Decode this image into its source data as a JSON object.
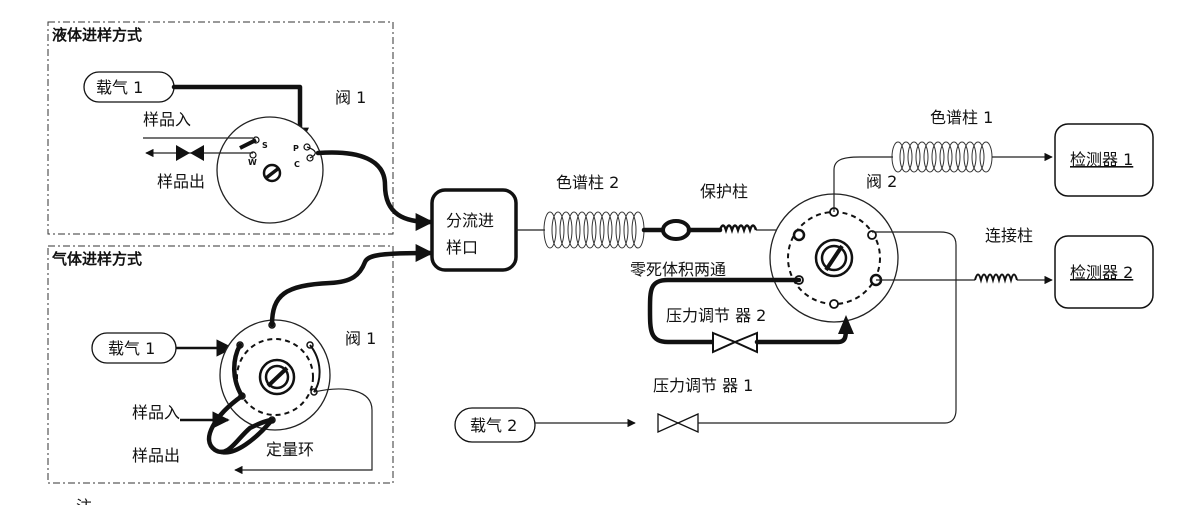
{
  "sections": {
    "liquid": "液体进样方式",
    "gas": "气体进样方式"
  },
  "liquid": {
    "carrier": "载气 1",
    "valve": "阀 1",
    "sample_in": "样品入",
    "sample_out": "样品出",
    "ports": [
      "S",
      "P",
      "W",
      "C"
    ]
  },
  "gas": {
    "carrier": "载气 1",
    "valve": "阀 1",
    "sample_in": "样品入",
    "sample_out": "样品出",
    "loop": "定量环"
  },
  "inlet": "分流进\n样口",
  "column2": "色谱柱 2",
  "guard": "保护柱",
  "union": "零死体积两通",
  "valve2": "阀 2",
  "column1": "色谱柱 1",
  "detector1": "检测器 1",
  "link_col": "连接柱",
  "detector2": "检测器 2",
  "reg2": "压力调节 器  2",
  "reg1": "压力调节 器  1",
  "carrier2": "载气 2",
  "footer_partial": "…注_"
}
